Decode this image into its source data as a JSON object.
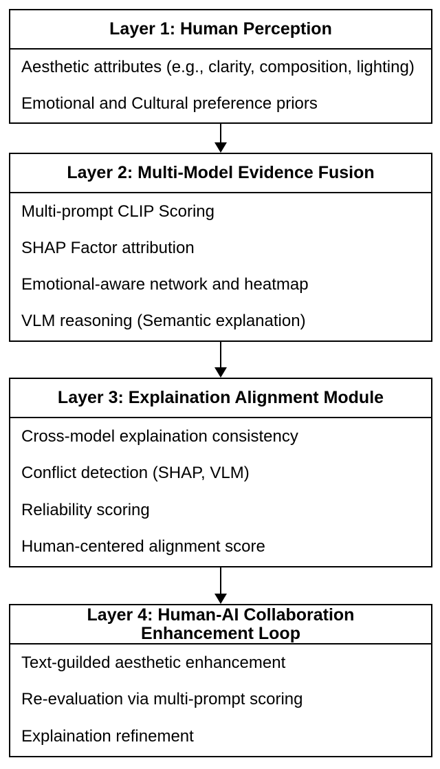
{
  "diagram": {
    "colors": {
      "border": "#000000",
      "text": "#000000",
      "background": "#ffffff"
    },
    "layers": [
      {
        "title": "Layer 1: Human Perception",
        "items": [
          "Aesthetic attributes (e.g., clarity, composition, lighting)",
          "Emotional and Cultural preference priors"
        ]
      },
      {
        "title": "Layer 2: Multi-Model Evidence Fusion",
        "items": [
          "Multi-prompt CLIP Scoring",
          "SHAP Factor attribution",
          "Emotional-aware network and heatmap",
          "VLM reasoning (Semantic explanation)"
        ]
      },
      {
        "title": "Layer 3: Explaination Alignment Module",
        "items": [
          "Cross-model explaination consistency",
          "Conflict detection (SHAP, VLM)",
          "Reliability scoring",
          "Human-centered alignment score"
        ]
      },
      {
        "title": "Layer 4: Human-AI Collaboration Enhancement Loop",
        "items": [
          "Text-guilded aesthetic enhancement",
          "Re-evaluation via multi-prompt scoring",
          "Explaination refinement"
        ]
      }
    ]
  }
}
